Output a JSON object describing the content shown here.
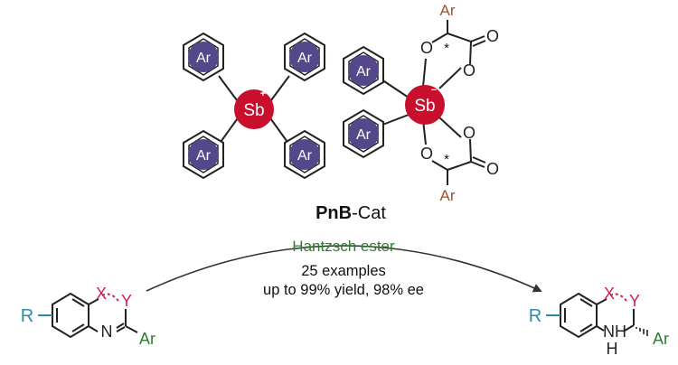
{
  "catalyst": {
    "aryl_label": "Ar",
    "cation_atom": "Sb",
    "cation_charge": "+",
    "anion_atom": "Sb",
    "anion_charge": "−",
    "oxygen": "O",
    "stereo_mark": "*",
    "name_bold": "PnB",
    "name_rest": "-Cat"
  },
  "reaction": {
    "reagent": "Hantzsch ester",
    "examples": "25 examples",
    "yield": "up to 99% yield, 98% ee"
  },
  "substrate": {
    "r_group": "R",
    "x": "X",
    "y": "Y",
    "n": "N",
    "ar": "Ar"
  },
  "product": {
    "r_group": "R",
    "x": "X",
    "y": "Y",
    "nh": "NH",
    "h": "H",
    "ar": "Ar"
  },
  "colors": {
    "aryl_circle": "#54488a",
    "antimony": "#c8102e",
    "ar_substituent": "#a0522d",
    "hantzsch": "#2e7d32",
    "r_group": "#2a8ca8",
    "heteroatom": "#d02050"
  }
}
